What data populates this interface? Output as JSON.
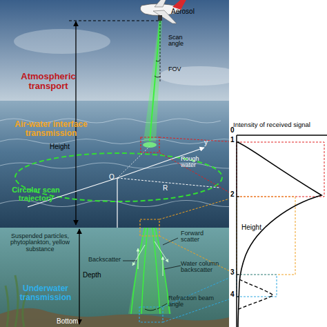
{
  "diagram": {
    "labels": [
      "Aerosol",
      "Scan angle",
      "FOV",
      "Atmospheric transport",
      "Height",
      "Air-water interface transmission",
      "y",
      "Rough water",
      "O",
      "Circular scan trajectory",
      "R",
      "Suspended particles, phytoplankton, yellow substance",
      "Forward scatter",
      "Backscatter",
      "Water column backscatter",
      "Depth",
      "Refraction beam angle",
      "Underwater transmission",
      "Bottom",
      "Intensity of received signal",
      "0",
      "1",
      "2",
      "3",
      "4",
      "Height"
    ]
  }
}
